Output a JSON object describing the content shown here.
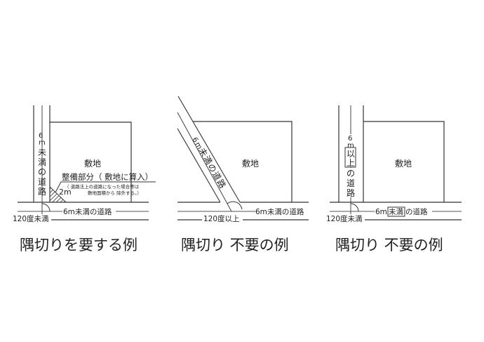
{
  "diagrams": [
    {
      "id": "corner-cut-required",
      "site_label": "敷地",
      "vertical_road_label": [
        "6",
        "m",
        "未",
        "満",
        "の",
        "道",
        "路"
      ],
      "horizontal_road_label": "6m未満の道路",
      "angle_label": "120度未満",
      "maintenance_label": "整備部分（ 敷地に算入）",
      "maintenance_note_line1": "（ 道路法上の道路になった場合等は",
      "maintenance_note_line2": "敷地面積から 除外する。）",
      "corner_length_label": "2m",
      "caption": "隅切りを要する例"
    },
    {
      "id": "corner-cut-not-required-angle",
      "site_label": "敷地",
      "diagonal_road_label": [
        "6",
        "m",
        "未",
        "満",
        "の",
        "道",
        "路"
      ],
      "horizontal_road_label": "6m未満の道路",
      "angle_label": "120度以上",
      "caption": "隅切り 不要の例"
    },
    {
      "id": "corner-cut-not-required-width",
      "site_label": "敷地",
      "vertical_road_label": [
        "6",
        "m",
        "以",
        "上",
        "の",
        "道",
        "路"
      ],
      "horizontal_road_label_prefix": "6m",
      "horizontal_road_label_boxed": "未満",
      "horizontal_road_label_suffix": "の道路",
      "angle_label": "120度未満",
      "caption": "隅切り 不要の例"
    }
  ],
  "colors": {
    "line": "#333333",
    "text": "#222222",
    "hatch": "#333333",
    "background": "#ffffff"
  }
}
